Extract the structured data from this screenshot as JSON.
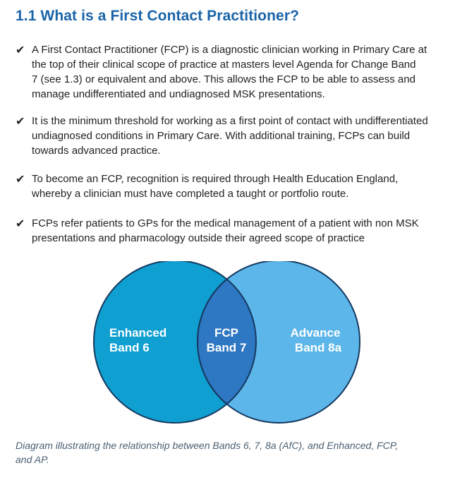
{
  "document": {
    "title": "1.1 What is a First Contact Practitioner?",
    "check_icon": "check-icon",
    "bullets": [
      {
        "lines": [
          "A First Contact Practitioner (FCP) is a diagnostic clinician working in Primary Care at",
          "the top of their clinical scope of practice at masters level Agenda for Change Band",
          "7 (see 1.3) or equivalent and above. This allows the FCP to be able to assess and",
          "manage undifferentiated and undiagnosed MSK presentations."
        ]
      },
      {
        "lines": [
          "It is the minimum threshold for working as a first point of contact with undifferentiated",
          "undiagnosed conditions in Primary Care. With additional training, FCPs can build",
          "towards advanced practice."
        ]
      },
      {
        "lines": [
          "To become an FCP, recognition is required through Health Education England,",
          "whereby a clinician must have completed a taught or portfolio route."
        ]
      },
      {
        "lines": [
          "FCPs refer patients to GPs for the medical management of a patient with non MSK",
          "presentations and pharmacology outside their agreed scope of practice"
        ]
      }
    ],
    "venn": {
      "left": {
        "line1": "Enhanced",
        "line2": "Band 6",
        "color": "#0f9fd1"
      },
      "center": {
        "line1": "FCP",
        "line2": "Band 7",
        "color": "#2e77c2"
      },
      "right": {
        "line1": "Advance",
        "line2": "Band 8a",
        "color": "#5db6ea"
      },
      "stroke_color": "#15395f"
    },
    "caption": {
      "line1": "Diagram illustrating the relationship between Bands 6, 7, 8a (AfC), and Enhanced, FCP,",
      "line2": "and AP."
    }
  }
}
